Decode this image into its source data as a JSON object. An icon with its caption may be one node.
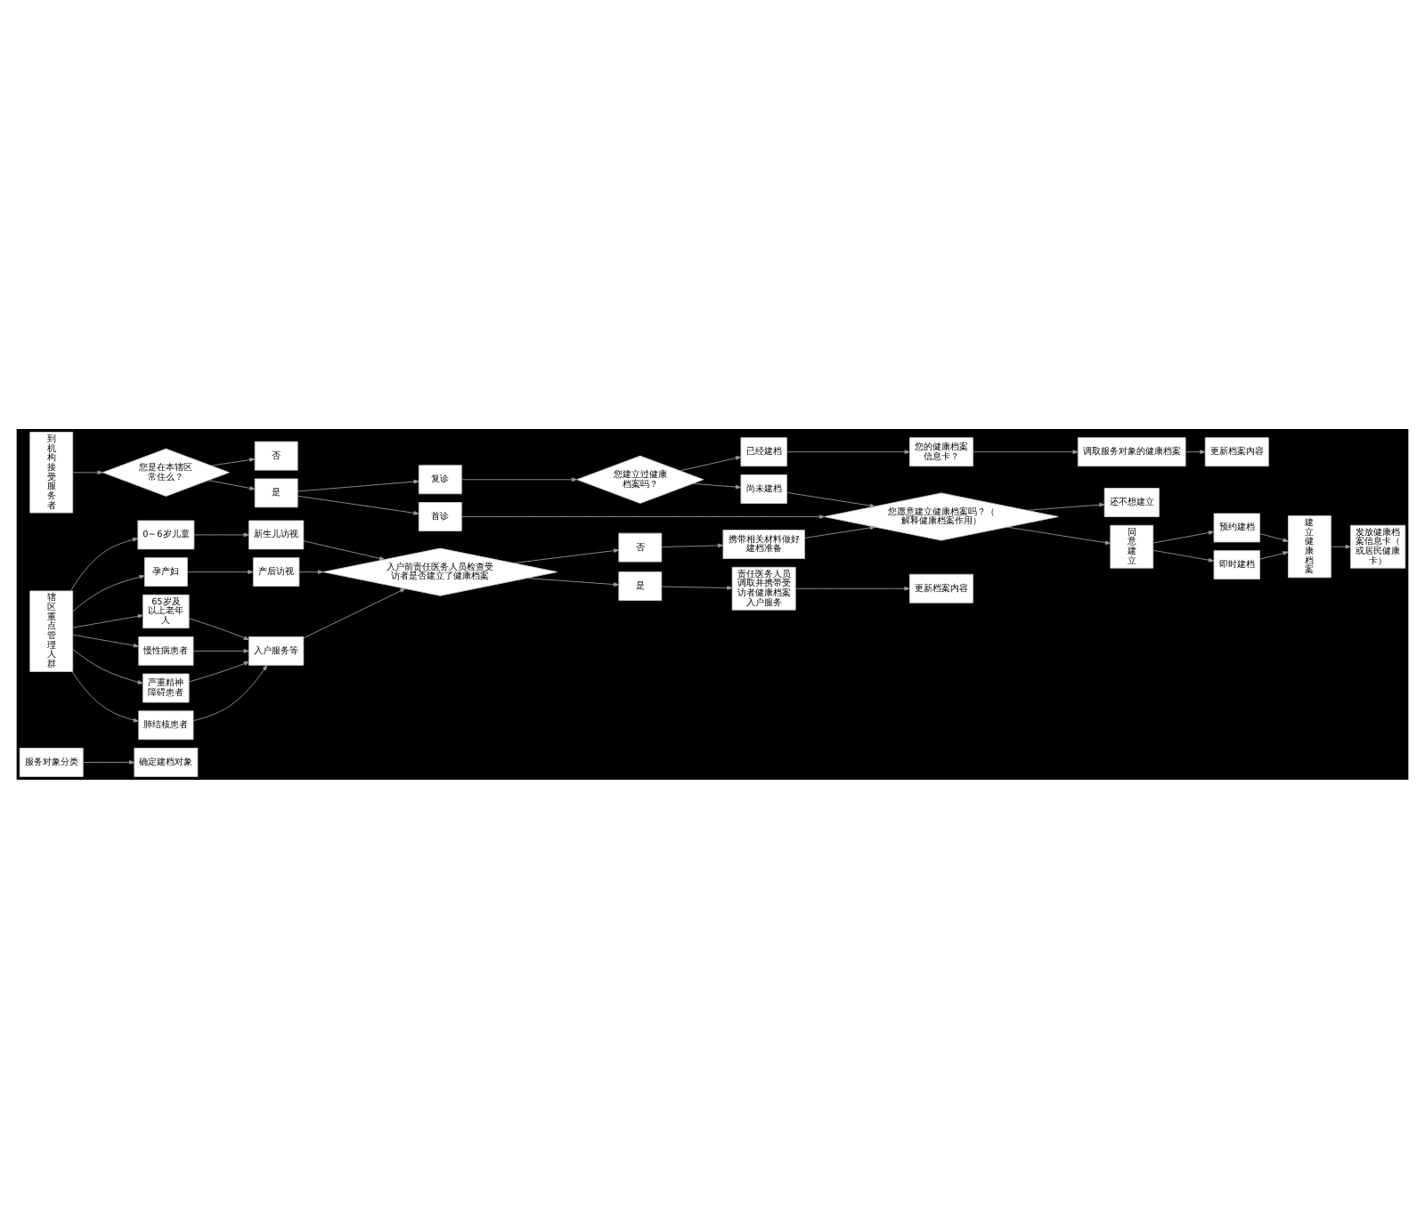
{
  "diagram": {
    "nodes": [
      {
        "text": [
          "服务对象分类"
        ]
      },
      {
        "text": [
          "确定建档对象"
        ]
      },
      {
        "text": [
          "您的健康档案信息卡？"
        ]
      },
      {
        "text": [
          "调取服务对象的健康档案"
        ]
      },
      {
        "text": [
          "更新档案内容"
        ]
      },
      {
        "text": [
          "否"
        ]
      },
      {
        "text": [
          "到机构接受服务者"
        ]
      },
      {
        "text": [
          "您是在本辖区常住么？"
        ]
      },
      {
        "text": [
          "已经建档"
        ]
      },
      {
        "text": [
          "复诊"
        ]
      },
      {
        "text": [
          "您建立过健康档案吗？"
        ]
      },
      {
        "text": [
          "尚未建档"
        ]
      },
      {
        "text": [
          "还不想建立"
        ]
      },
      {
        "text": [
          "是"
        ]
      },
      {
        "text": [
          "首诊"
        ]
      },
      {
        "text": [
          "您愿意建立健康档案吗？（解释健康档案作用）"
        ]
      },
      {
        "text": [
          "0～6岁儿童"
        ]
      },
      {
        "text": [
          "同意建立"
        ]
      },
      {
        "text": [
          "预约建档"
        ]
      },
      {
        "text": [
          "建立健康档案"
        ]
      },
      {
        "text": [
          "新生儿访视"
        ]
      },
      {
        "text": [
          "孕产妇"
        ]
      },
      {
        "text": [
          "即时建档"
        ]
      },
      {
        "text": [
          "辖区重点管理人群"
        ]
      },
      {
        "text": [
          "65岁及以上老年人"
        ]
      },
      {
        "text": [
          "产后访视"
        ]
      },
      {
        "text": [
          "携带相关材料做好建档准备"
        ]
      },
      {
        "text": [
          "否"
        ]
      },
      {
        "text": [
          "发放健康档案信息卡（或居民健康卡）"
        ]
      },
      {
        "text": [
          "慢性病患者"
        ]
      },
      {
        "text": [
          "严重精神障碍患者"
        ]
      },
      {
        "text": [
          "入户前责任医务人员检查受访者是否建立了健康档案"
        ]
      },
      {
        "text": [
          "肺结核患者"
        ]
      },
      {
        "text": [
          "入户服务等"
        ]
      },
      {
        "text": [
          "是"
        ]
      },
      {
        "text": [
          "责任医务人员调取并携带受访者健康档案入户服务"
        ]
      },
      {
        "text": [
          "更新档案内容"
        ]
      }
    ],
    "edges": [
      {
        "from": 0,
        "to": 1,
        "arrow": "to"
      },
      {
        "from": 6,
        "to": 7,
        "arrow": "to"
      },
      {
        "from": 7,
        "to": 5,
        "arrow": "to"
      },
      {
        "from": 7,
        "to": 13,
        "arrow": "to"
      },
      {
        "from": 13,
        "to": 9,
        "arrow": "to"
      },
      {
        "from": 13,
        "to": 14,
        "arrow": "to"
      },
      {
        "from": 9,
        "to": 10,
        "arrow": "to"
      },
      {
        "from": 10,
        "to": 8,
        "arrow": "to"
      },
      {
        "from": 8,
        "to": 2,
        "arrow": "to"
      },
      {
        "from": 2,
        "to": 3,
        "arrow": "to"
      },
      {
        "from": 3,
        "to": 4,
        "arrow": "to"
      },
      {
        "from": 10,
        "to": 11,
        "arrow": "to"
      },
      {
        "from": 11,
        "to": 15,
        "arrow": "to"
      },
      {
        "from": 14,
        "to": 15,
        "arrow": "to"
      },
      {
        "from": 15,
        "to": 12,
        "arrow": "to"
      },
      {
        "from": 15,
        "to": 17,
        "arrow": "to"
      },
      {
        "from": 17,
        "to": 18,
        "arrow": "to"
      },
      {
        "from": 17,
        "to": 22,
        "arrow": "to"
      },
      {
        "from": 18,
        "to": 19,
        "arrow": "to"
      },
      {
        "from": 22,
        "to": 19,
        "arrow": "to"
      },
      {
        "from": 19,
        "to": 28,
        "arrow": "to"
      },
      {
        "from": 23,
        "to": 16,
        "arrow": "to"
      },
      {
        "from": 23,
        "to": 21,
        "arrow": "to"
      },
      {
        "from": 23,
        "to": 24,
        "arrow": "to"
      },
      {
        "from": 23,
        "to": 29,
        "arrow": "to"
      },
      {
        "from": 23,
        "to": 30,
        "arrow": "to"
      },
      {
        "from": 23,
        "to": 32,
        "arrow": "to"
      },
      {
        "from": 16,
        "to": 20,
        "arrow": "to"
      },
      {
        "from": 21,
        "to": 25,
        "arrow": "to"
      },
      {
        "from": 24,
        "to": 33,
        "arrow": "to"
      },
      {
        "from": 29,
        "to": 33,
        "arrow": "to"
      },
      {
        "from": 30,
        "to": 33,
        "arrow": "to"
      },
      {
        "from": 32,
        "to": 33,
        "arrow": "to"
      },
      {
        "from": 20,
        "to": 31,
        "arrow": "to"
      },
      {
        "from": 25,
        "to": 31,
        "arrow": "to"
      },
      {
        "from": 33,
        "to": 31,
        "arrow": "to"
      },
      {
        "from": 31,
        "to": 27,
        "arrow": "to"
      },
      {
        "from": 31,
        "to": 34,
        "arrow": "to"
      },
      {
        "from": 27,
        "to": 26,
        "arrow": "to"
      },
      {
        "from": 26,
        "to": 15,
        "arrow": "to"
      },
      {
        "from": 34,
        "to": 35,
        "arrow": "to"
      },
      {
        "from": 35,
        "to": 36,
        "arrow": "to"
      }
    ]
  }
}
